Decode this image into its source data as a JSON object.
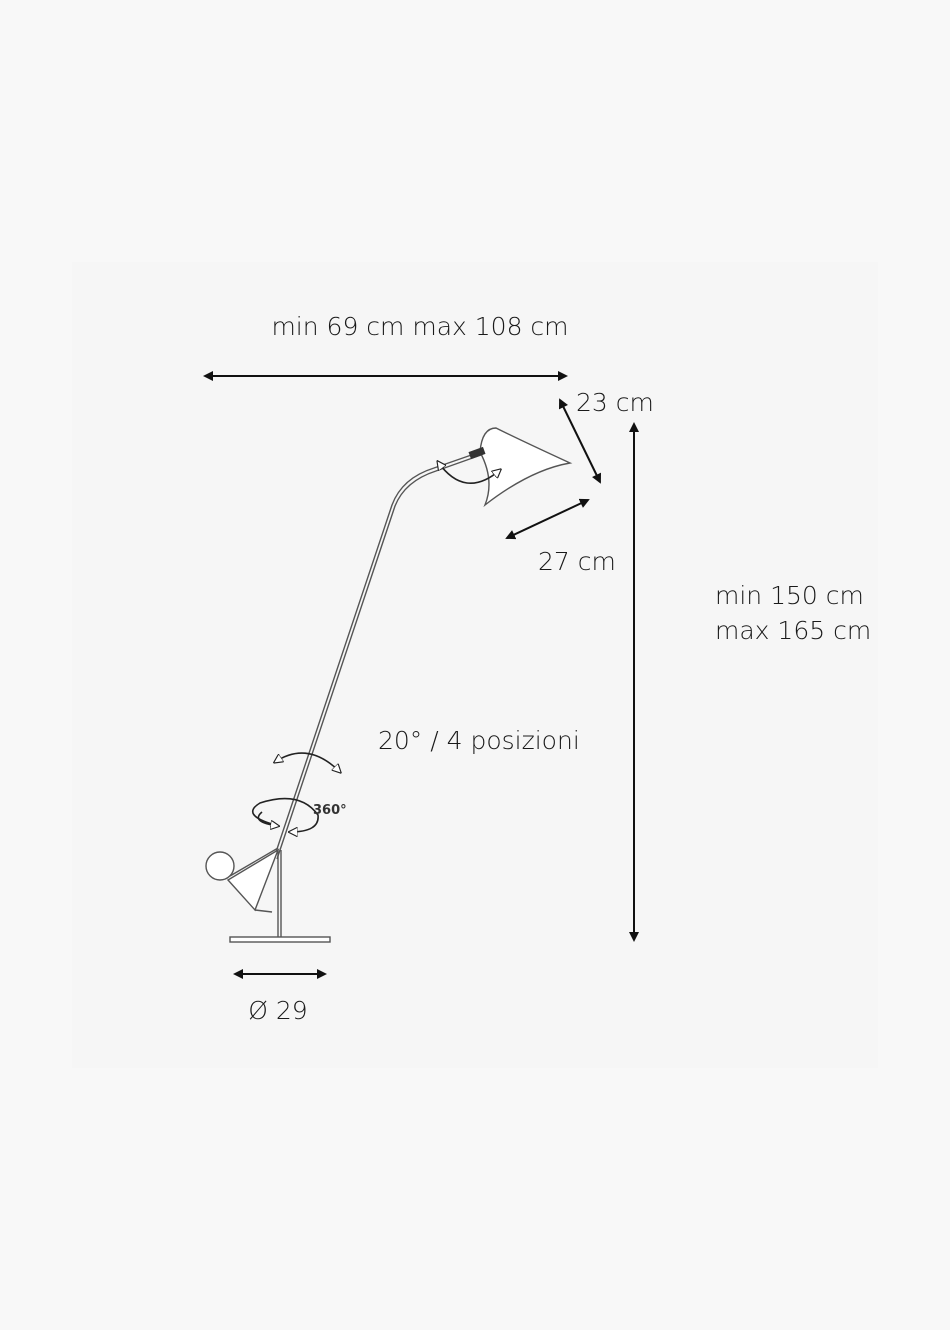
{
  "dimensions": {
    "width_label": "min 69 cm max 108 cm",
    "shade_depth_label": "23 cm",
    "shade_width_label": "27 cm",
    "height_min_label": "min 150 cm",
    "height_max_label": "max 165 cm",
    "tilt_label": "20° / 4 posizioni",
    "rotation_label": "360°",
    "base_label": "Ø 29"
  },
  "colors": {
    "background": "#f8f8f8",
    "panel": "#f6f6f6",
    "ink": "#1a1a1a",
    "lamp_line": "#555555"
  }
}
